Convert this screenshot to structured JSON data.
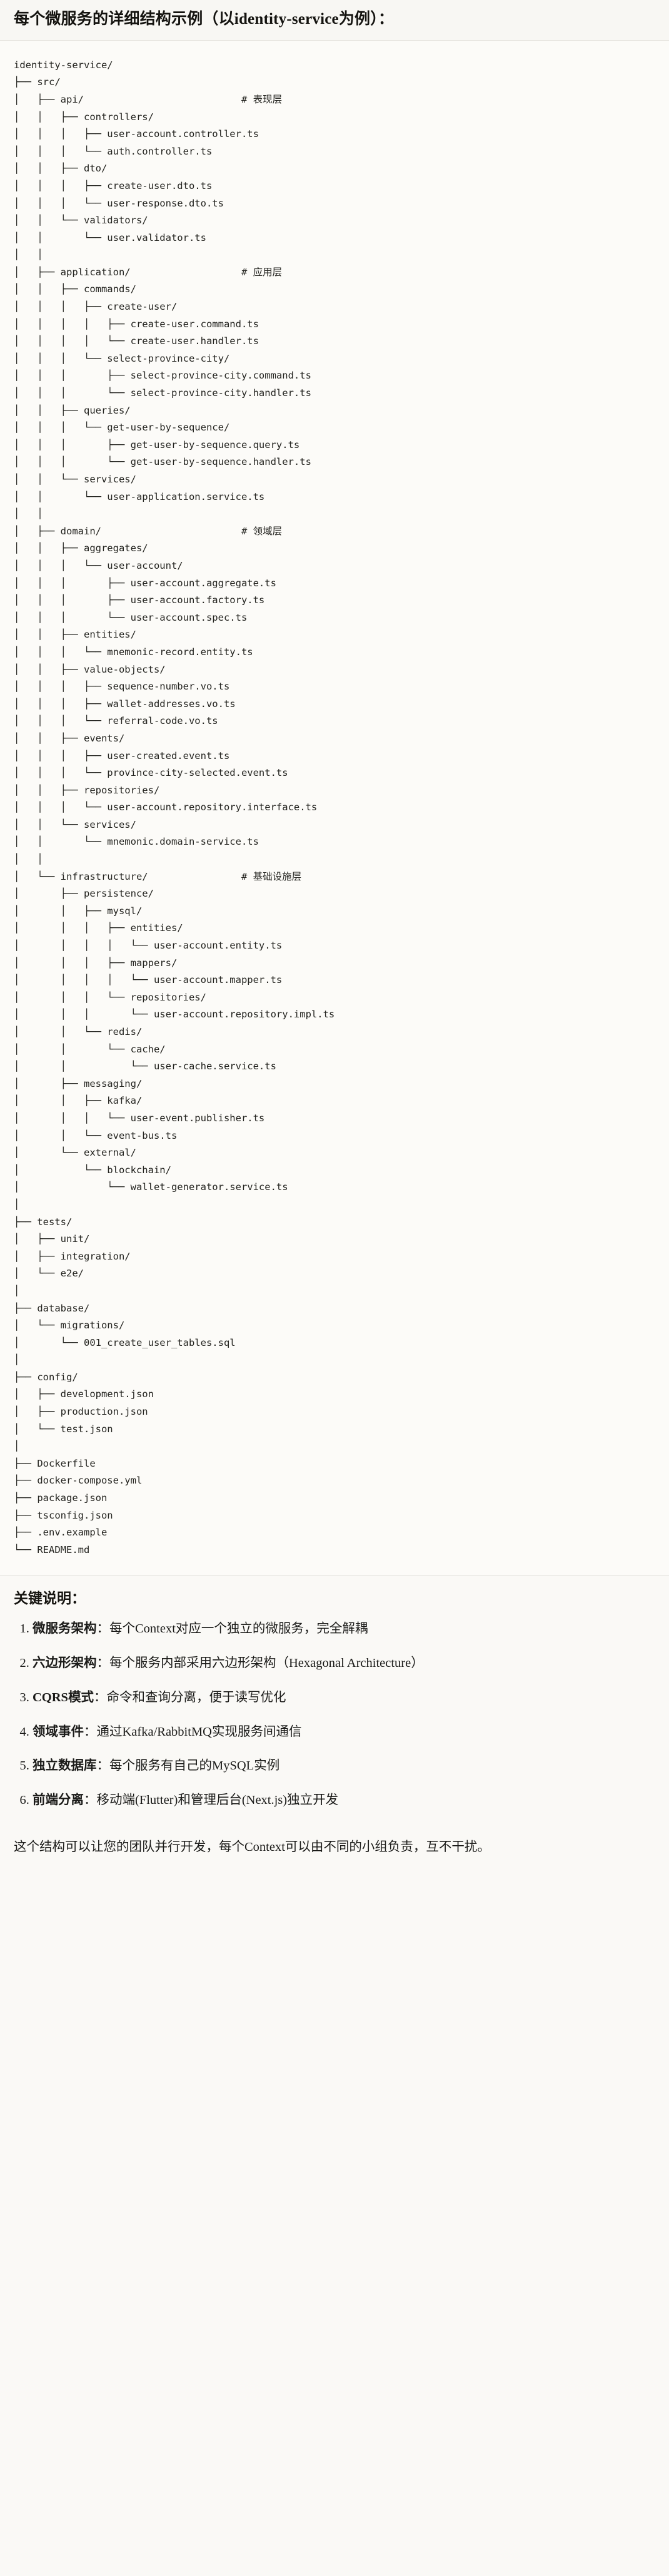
{
  "header": {
    "title": "每个微服务的详细结构示例（以identity-service为例）："
  },
  "tree": {
    "text": "identity-service/\n├── src/\n│   ├── api/                           # 表现层\n│   │   ├── controllers/\n│   │   │   ├── user-account.controller.ts\n│   │   │   └── auth.controller.ts\n│   │   ├── dto/\n│   │   │   ├── create-user.dto.ts\n│   │   │   └── user-response.dto.ts\n│   │   └── validators/\n│   │       └── user.validator.ts\n│   │\n│   ├── application/                   # 应用层\n│   │   ├── commands/\n│   │   │   ├── create-user/\n│   │   │   │   ├── create-user.command.ts\n│   │   │   │   └── create-user.handler.ts\n│   │   │   └── select-province-city/\n│   │   │       ├── select-province-city.command.ts\n│   │   │       └── select-province-city.handler.ts\n│   │   ├── queries/\n│   │   │   └── get-user-by-sequence/\n│   │   │       ├── get-user-by-sequence.query.ts\n│   │   │       └── get-user-by-sequence.handler.ts\n│   │   └── services/\n│   │       └── user-application.service.ts\n│   │\n│   ├── domain/                        # 领域层\n│   │   ├── aggregates/\n│   │   │   └── user-account/\n│   │   │       ├── user-account.aggregate.ts\n│   │   │       ├── user-account.factory.ts\n│   │   │       └── user-account.spec.ts\n│   │   ├── entities/\n│   │   │   └── mnemonic-record.entity.ts\n│   │   ├── value-objects/\n│   │   │   ├── sequence-number.vo.ts\n│   │   │   ├── wallet-addresses.vo.ts\n│   │   │   └── referral-code.vo.ts\n│   │   ├── events/\n│   │   │   ├── user-created.event.ts\n│   │   │   └── province-city-selected.event.ts\n│   │   ├── repositories/\n│   │   │   └── user-account.repository.interface.ts\n│   │   └── services/\n│   │       └── mnemonic.domain-service.ts\n│   │\n│   └── infrastructure/                # 基础设施层\n│       ├── persistence/\n│       │   ├── mysql/\n│       │   │   ├── entities/\n│       │   │   │   └── user-account.entity.ts\n│       │   │   ├── mappers/\n│       │   │   │   └── user-account.mapper.ts\n│       │   │   └── repositories/\n│       │   │       └── user-account.repository.impl.ts\n│       │   └── redis/\n│       │       └── cache/\n│       │           └── user-cache.service.ts\n│       ├── messaging/\n│       │   ├── kafka/\n│       │   │   └── user-event.publisher.ts\n│       │   └── event-bus.ts\n│       └── external/\n│           └── blockchain/\n│               └── wallet-generator.service.ts\n│\n├── tests/\n│   ├── unit/\n│   ├── integration/\n│   └── e2e/\n│\n├── database/\n│   └── migrations/\n│       └── 001_create_user_tables.sql\n│\n├── config/\n│   ├── development.json\n│   ├── production.json\n│   └── test.json\n│\n├── Dockerfile\n├── docker-compose.yml\n├── package.json\n├── tsconfig.json\n├── .env.example\n└── README.md"
  },
  "notes": {
    "heading": "关键说明：",
    "items": [
      {
        "term": "微服务架构",
        "desc": "：每个Context对应一个独立的微服务，完全解耦"
      },
      {
        "term": "六边形架构",
        "desc": "：每个服务内部采用六边形架构（Hexagonal Architecture）"
      },
      {
        "term": "CQRS模式",
        "desc": "：命令和查询分离，便于读写优化"
      },
      {
        "term": "领域事件",
        "desc": "：通过Kafka/RabbitMQ实现服务间通信"
      },
      {
        "term": "独立数据库",
        "desc": "：每个服务有自己的MySQL实例"
      },
      {
        "term": "前端分离",
        "desc": "：移动端(Flutter)和管理后台(Next.js)独立开发"
      }
    ],
    "closing": "这个结构可以让您的团队并行开发，每个Context可以由不同的小组负责，互不干扰。"
  }
}
